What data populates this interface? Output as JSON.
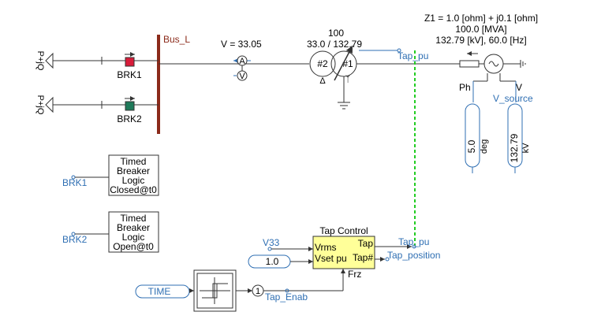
{
  "bus": {
    "name": "Bus_L"
  },
  "loads": [
    {
      "label": "P+jQ"
    },
    {
      "label": "P+jQ"
    }
  ],
  "breakers": [
    {
      "name": "BRK1",
      "state_color": "#d81c3a"
    },
    {
      "name": "BRK2",
      "state_color": "#1f7a5a"
    }
  ],
  "meter": {
    "voltage_readout": "V = 33.05",
    "ammeter_symbol": "A",
    "voltmeter_symbol": "V"
  },
  "transformer": {
    "rating": "100",
    "voltages": "33.0 / 132.79",
    "winding2": "#2",
    "winding1": "#1",
    "tap_signal": "Tap_pu"
  },
  "source": {
    "impedance": "Z1 = 1.0 [ohm] + j0.1 [ohm]",
    "mva": "100.0 [MVA]",
    "kv_hz": "132.79 [kV], 60.0 [Hz]",
    "ph_label": "Ph",
    "v_label": "V",
    "v_source_signal": "V_source",
    "phase_value": "5.0",
    "phase_unit": "deg",
    "voltage_value": "132.79",
    "voltage_unit": "kV"
  },
  "timed_logic": [
    {
      "input_signal": "BRK1",
      "line1": "Timed",
      "line2": "Breaker",
      "line3": "Logic",
      "line4": "Closed@t0"
    },
    {
      "input_signal": "BRK2",
      "line1": "Timed",
      "line2": "Breaker",
      "line3": "Logic",
      "line4": "Open@t0"
    }
  ],
  "tap_control": {
    "title": "Tap Control",
    "in1": "Vrms",
    "in2": "Vset pu",
    "out1": "Tap",
    "out2": "Tap#",
    "frz": "Frz",
    "v33_signal": "V33",
    "vset_value": "1.0",
    "tap_pu_signal": "Tap_pu",
    "tap_position_signal": "Tap_position"
  },
  "time_chain": {
    "time_signal": "TIME",
    "gain_value": "1",
    "tap_enab_signal": "Tap_Enab"
  },
  "colors": {
    "signal_blue": "#2f6fb3",
    "bus_brown": "#8b2a1a",
    "tap_control_fill": "#ffff99",
    "tap_link_green": "#22cc22"
  }
}
